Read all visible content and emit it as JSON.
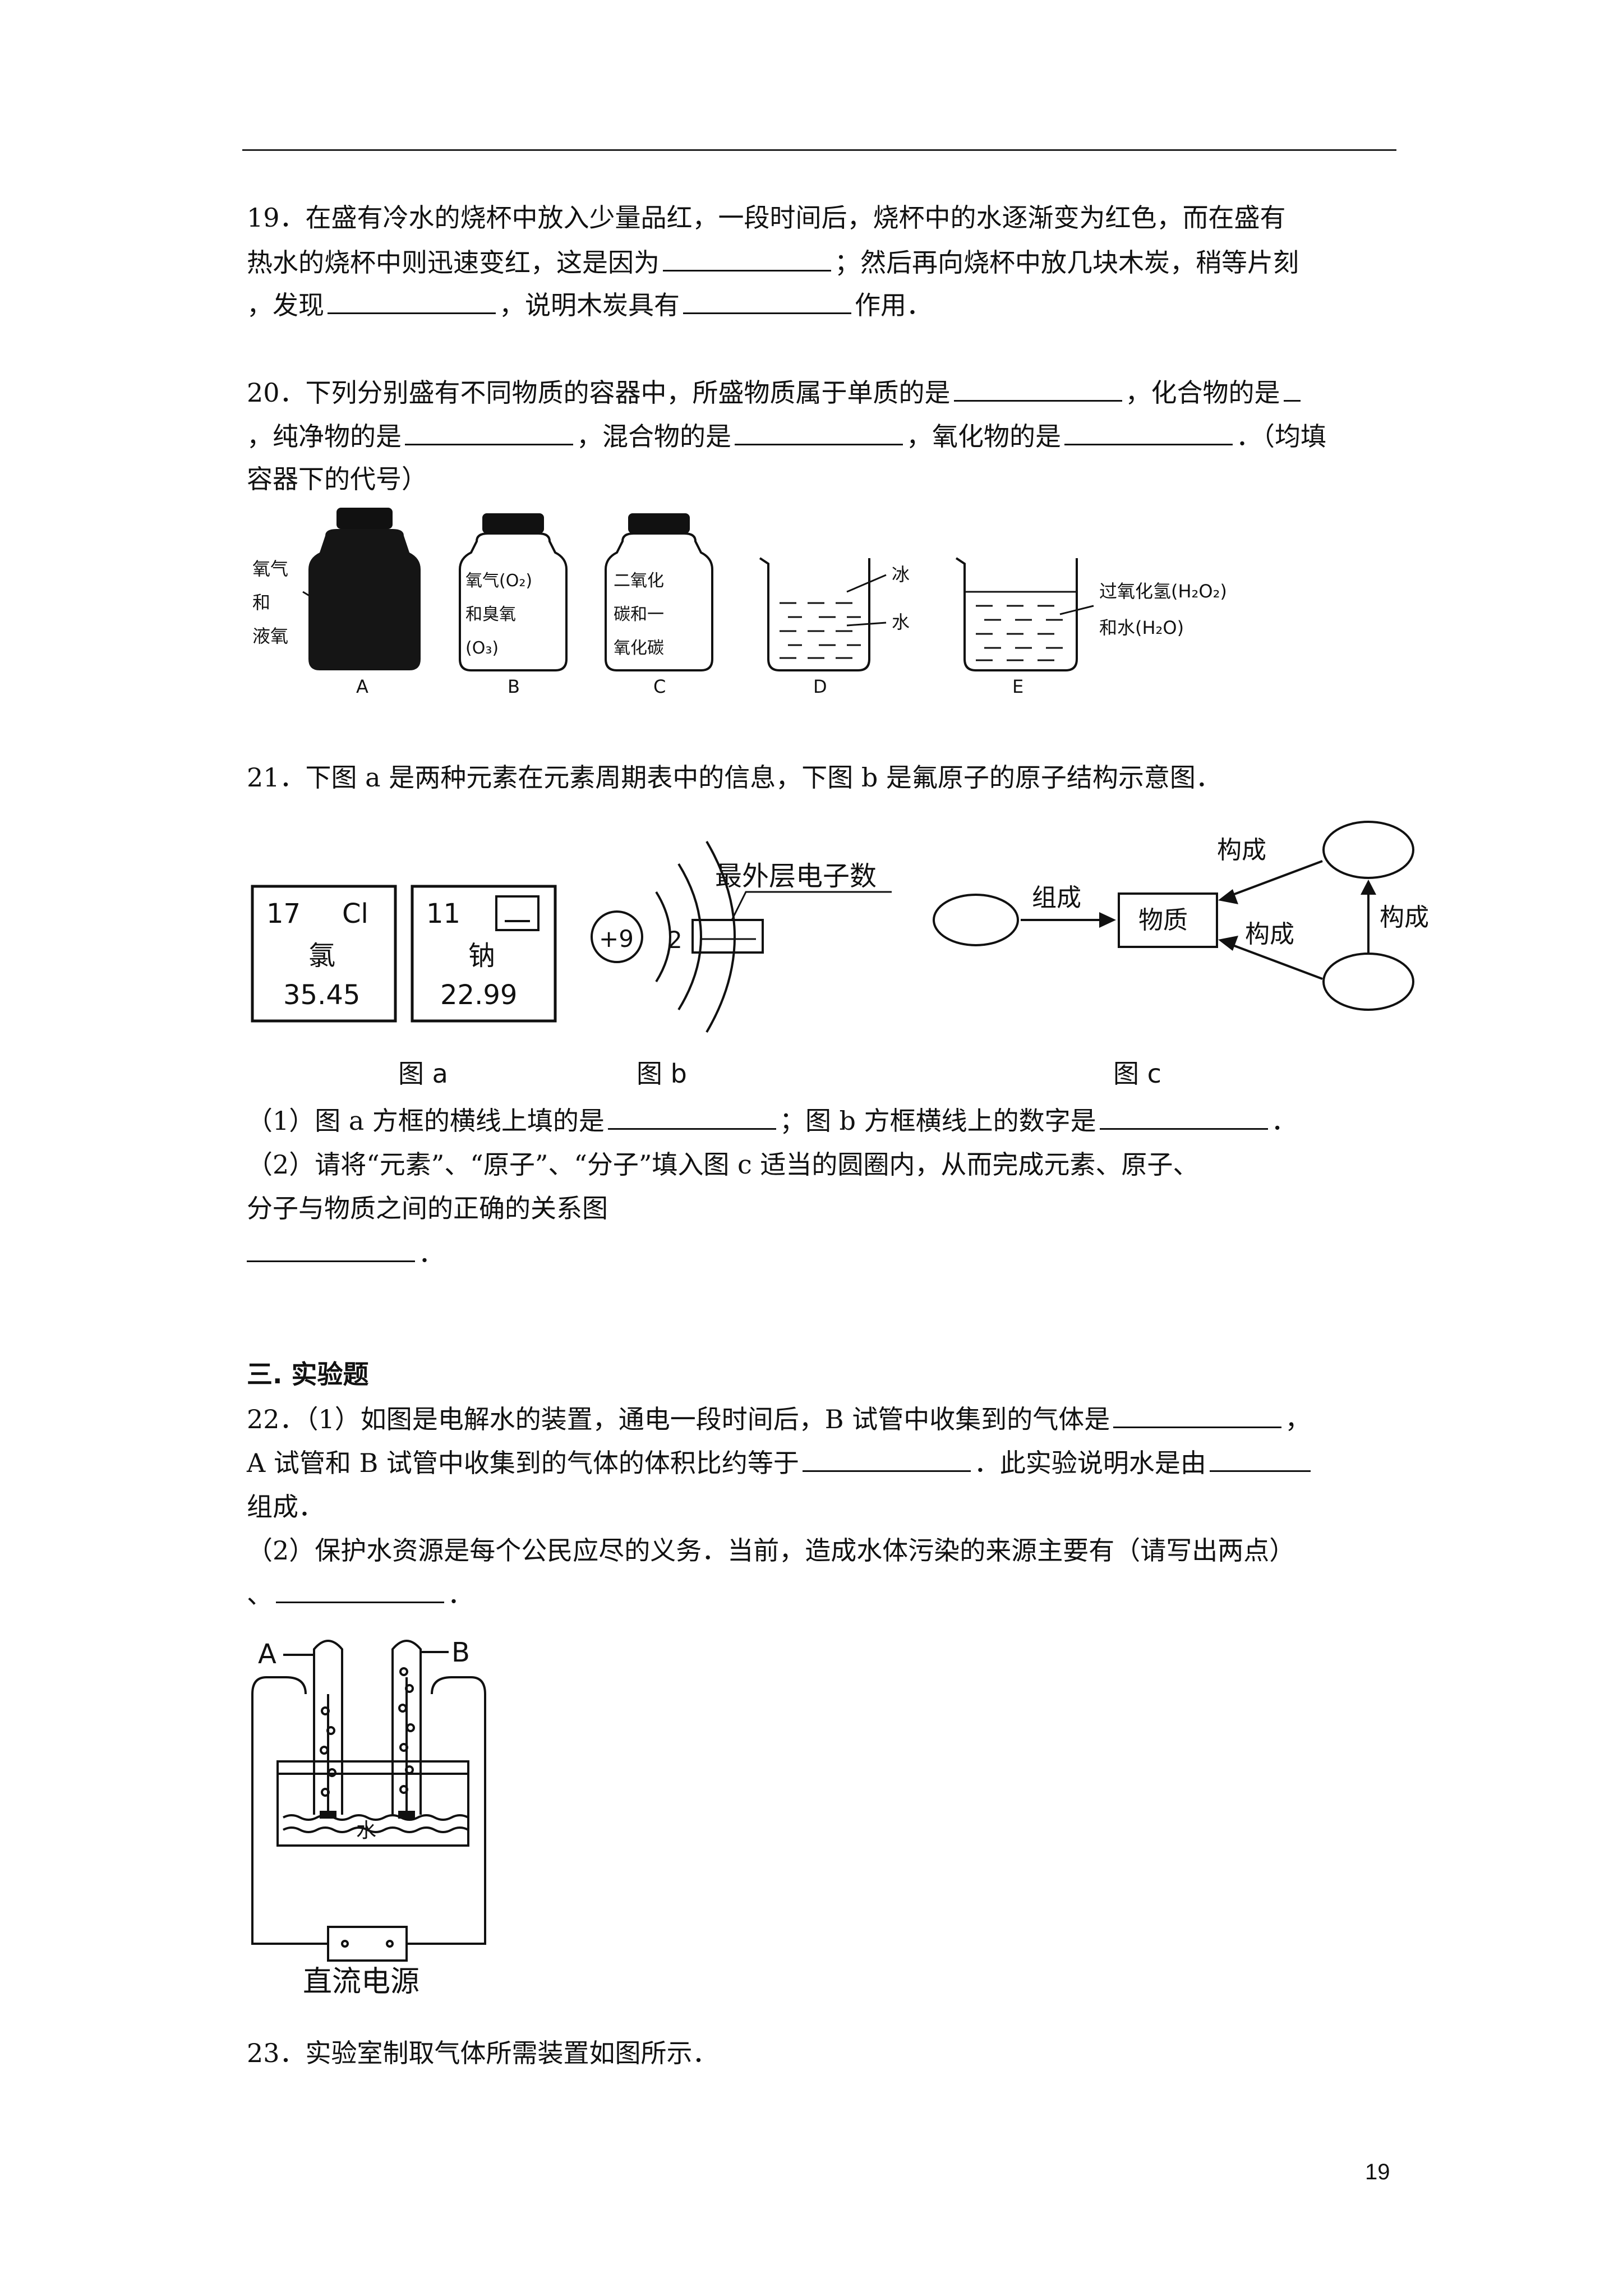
{
  "q19": {
    "line1": "19．在盛有冷水的烧杯中放入少量品红，一段时间后，烧杯中的水逐渐变为红色，而在盛有",
    "line2a": "热水的烧杯中则迅速变红，这是因为",
    "line2b": "；然后再向烧杯中放几块木炭，稍等片刻",
    "line3a": "，发现",
    "line3b": "，说明木炭具有",
    "line3c": "作用．"
  },
  "q20": {
    "line1a": "20．下列分别盛有不同物质的容器中，所盛物质属于单质的是",
    "line1b": "，化合物的是",
    "line2a": "，纯净物的是",
    "line2b": "，混合物的是",
    "line2c": "，氧化物的是",
    "line2d": "．（均填",
    "line3": "容器下的代号）",
    "containers": {
      "a_label1": "氧气",
      "a_label2": "和",
      "a_label3": "液氧",
      "b_label1": "氧气(O₂)",
      "b_label2": "和臭氧",
      "b_label3": "(O₃)",
      "c_label1": "二氧化",
      "c_label2": "碳和一",
      "c_label3": "氧化碳",
      "d_ice": "冰",
      "d_water": "水",
      "e_label1": "过氧化氢(H₂O₂)",
      "e_label2": "和水(H₂O)",
      "letters": [
        "A",
        "B",
        "C",
        "D",
        "E"
      ]
    }
  },
  "q21": {
    "intro": "21．下图 a 是两种元素在元素周期表中的信息，下图 b 是氟原子的原子结构示意图．",
    "cl": {
      "number": "17",
      "symbol": "Cl",
      "name": "氯",
      "mass": "35.45"
    },
    "na": {
      "number": "11",
      "name": "钠",
      "mass": "22.99"
    },
    "fig_b": {
      "nucleus": "+9",
      "shell1": "2",
      "label": "最外层电子数"
    },
    "fig_c": {
      "box": "物质",
      "arrow_left": "组成",
      "arrow_top": "构成",
      "arrow_mid": "构成",
      "arrow_right": "构成"
    },
    "caption_a": "图 a",
    "caption_b": "图 b",
    "caption_c": "图 c",
    "sub1a": "（1）图 a 方框的横线上填的是",
    "sub1b": "；图 b 方框横线上的数字是",
    "sub1c": "．",
    "sub2a": "（2）请将“元素”、“原子”、“分子”填入图 c 适当的圆圈内，从而完成元素、原子、",
    "sub2b": "分子与物质之间的正确的关系图",
    "sub2c": "．"
  },
  "section3": {
    "title": "三. 实验题"
  },
  "q22": {
    "line1a": "22．（1）如图是电解水的装置，通电一段时间后，B 试管中收集到的气体是",
    "line1b": "，",
    "line2a": "A 试管和 B 试管中收集到的气体的体积比约等于",
    "line2b": "．此实验说明水是由",
    "line3": "组成．",
    "line4": "（2）保护水资源是每个公民应尽的义务．当前，造成水体污染的来源主要有（请写出两点）",
    "line5a": "、",
    "line5b": "．",
    "fig": {
      "tube_a": "A",
      "tube_b": "B",
      "water": "水",
      "power": "直流电源"
    }
  },
  "q23": {
    "text": "23．实验室制取气体所需装置如图所示．"
  },
  "page_number": "19"
}
